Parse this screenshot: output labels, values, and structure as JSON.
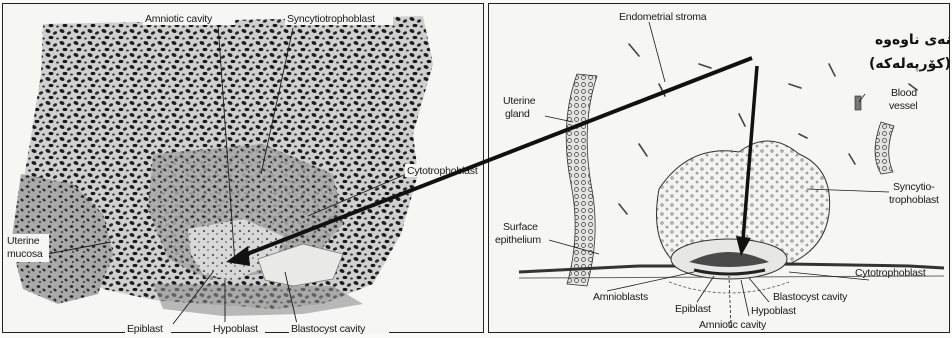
{
  "left_figure": {
    "labels": {
      "amniotic_cavity": "Amniotic cavity",
      "syncytiotrophoblast": "Syncytiotrophoblast",
      "cytotrophoblast": "Cytotrophoblast",
      "uterine_mucosa_1": "Uterine",
      "uterine_mucosa_2": "mucosa",
      "epiblast": "Epiblast",
      "hypoblast": "Hypoblast",
      "blastocyst_cavity": "Blastocyst cavity"
    }
  },
  "right_figure": {
    "labels": {
      "endometrial_stroma": "Endometrial stroma",
      "uterine_gland_1": "Uterine",
      "uterine_gland_2": "gland",
      "blood_vessel_1": "Blood",
      "blood_vessel_2": "vessel",
      "syncytiotrophoblast_1": "Syncytio-",
      "syncytiotrophoblast_2": "trophoblast",
      "surface_epithelium_1": "Surface",
      "surface_epithelium_2": "epithelium",
      "cytotrophoblast": "Cytotrophoblast",
      "amnioblasts": "Amnioblasts",
      "epiblast": "Epiblast",
      "blastocyst_cavity": "Blastocyst cavity",
      "hypoblast": "Hypoblast",
      "amniotic_cavity": "Amniotic cavity"
    },
    "annotation_line1": "پارچەخانەی ناوەوە",
    "annotation_line2": "(کۆرپەلەکە)"
  },
  "colors": {
    "ink": "#1a1a1a",
    "tissue_dark": "#2a2a2a",
    "tissue_mid": "#8a8a8a",
    "paper": "#f6f6f4"
  }
}
